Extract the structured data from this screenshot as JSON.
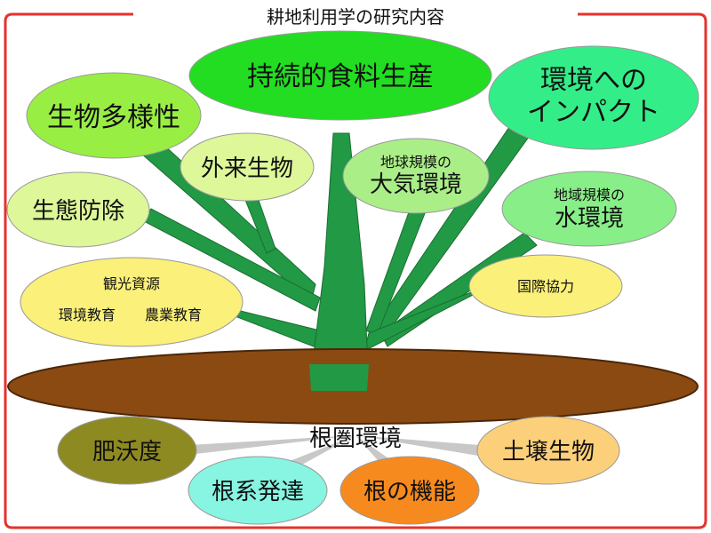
{
  "title": "耕地利用学の研究内容",
  "colors": {
    "frame": "#e5322d",
    "trunk": "#229944",
    "trunk_edge": "#1a6e33",
    "soil": "#8b4a12",
    "soil_edge": "#4a2608",
    "root_spoke": "#c8c8c8"
  },
  "above_ground": {
    "center": {
      "label": "持続的食料生産",
      "color": "#22dd22"
    },
    "biodiversity": {
      "label": "生物多様性",
      "color": "#99ee44"
    },
    "environmental_impact": {
      "line1": "環境への",
      "line2": "インパクト",
      "color": "#33ee88"
    },
    "invasive_species": {
      "label": "外来生物",
      "color": "#ddf799"
    },
    "global_atmosphere": {
      "line1": "地球規模の",
      "line2": "大気環境",
      "color": "#aaee88"
    },
    "ecological_control": {
      "label": "生態防除",
      "color": "#ddf799"
    },
    "regional_water": {
      "line1": "地域規模の",
      "line2": "水環境",
      "color": "#88ee88"
    },
    "tourism_education": {
      "line1": "観光資源",
      "line2a": "環境教育",
      "line2b": "農業教育",
      "color": "#faf07a"
    },
    "international": {
      "label": "国際協力",
      "color": "#faf07a"
    }
  },
  "below_ground": {
    "root_environment": {
      "label": "根圏環境"
    },
    "fertility": {
      "label": "肥沃度",
      "color": "#8e8a22"
    },
    "soil_organisms": {
      "label": "土壌生物",
      "color": "#fcd07a"
    },
    "root_development": {
      "label": "根系発達",
      "color": "#88f4e2"
    },
    "root_function": {
      "label": "根の機能",
      "color": "#f78a1e"
    }
  }
}
